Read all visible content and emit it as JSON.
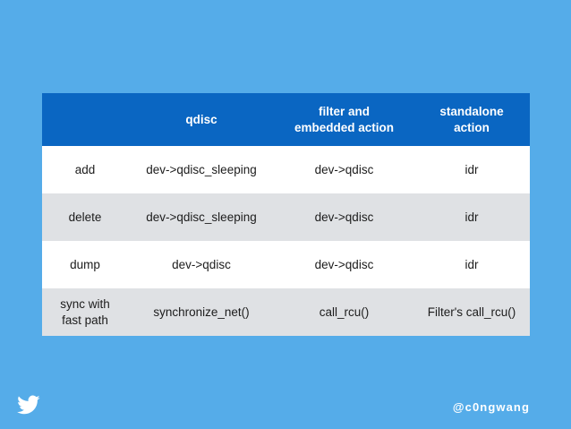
{
  "slide": {
    "background_color": "#55ace9",
    "header_color": "#0a66c2",
    "row_alt_color": "#dfe1e4",
    "row_color": "#ffffff",
    "text_color": "#1c1c1c"
  },
  "table": {
    "headers": [
      "",
      "qdisc",
      "filter and\nembedded action",
      "standalone\naction"
    ],
    "headers_display": {
      "col0": "",
      "col1": "qdisc",
      "col2_line1": "filter and",
      "col2_line2": "embedded action",
      "col3_line1": "standalone",
      "col3_line2": "action"
    },
    "rows": [
      {
        "operation": "add",
        "operation_line1": "add",
        "operation_line2": "",
        "qdisc": "dev->qdisc_sleeping",
        "filter_and_embedded_action": "dev->qdisc",
        "standalone_action": "idr"
      },
      {
        "operation": "delete",
        "operation_line1": "delete",
        "operation_line2": "",
        "qdisc": "dev->qdisc_sleeping",
        "filter_and_embedded_action": "dev->qdisc",
        "standalone_action": "idr"
      },
      {
        "operation": "dump",
        "operation_line1": "dump",
        "operation_line2": "",
        "qdisc": "dev->qdisc",
        "filter_and_embedded_action": "dev->qdisc",
        "standalone_action": "idr"
      },
      {
        "operation": "sync with fast path",
        "operation_line1": "sync with",
        "operation_line2": "fast path",
        "qdisc": "synchronize_net()",
        "filter_and_embedded_action": "call_rcu()",
        "standalone_action": "Filter's call_rcu()"
      }
    ]
  },
  "footer": {
    "icon": "twitter-bird-icon",
    "handle": "@c0ngwang"
  }
}
